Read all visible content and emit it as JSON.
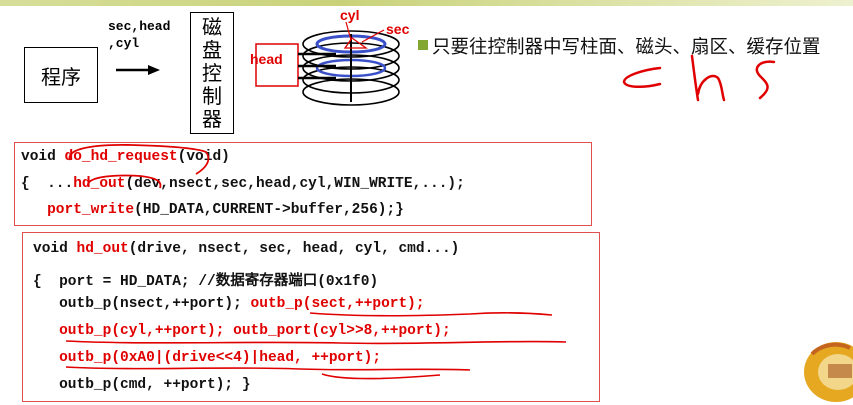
{
  "diagram": {
    "params_text_line1": "sec,head",
    "params_text_line2": ",cyl",
    "program_label": "程序",
    "controller_label": "磁\n盘\n控\n制\n器",
    "disk_labels": {
      "cyl": "cyl",
      "sec": "sec",
      "head": "head"
    }
  },
  "note": {
    "bullet_text": "只要往控制器中写柱面、磁头、扇区、缓存位置",
    "handwritten": "c h s"
  },
  "code_block1": {
    "lines": [
      [
        {
          "t": "void ",
          "c": "b"
        },
        {
          "t": "do_hd_request",
          "c": "r"
        },
        {
          "t": "(void)",
          "c": "b"
        }
      ],
      [
        {
          "t": "{  ...",
          "c": "b"
        },
        {
          "t": "hd_out",
          "c": "r"
        },
        {
          "t": "(dev,nsect,sec,head,cyl,WIN_WRITE,...);",
          "c": "b"
        }
      ],
      [
        {
          "t": "   ",
          "c": "b"
        },
        {
          "t": "port_write",
          "c": "r"
        },
        {
          "t": "(HD_DATA,CURRENT->buffer,256);}",
          "c": "b"
        }
      ]
    ]
  },
  "code_block2": {
    "lines": [
      [
        {
          "t": "void ",
          "c": "b"
        },
        {
          "t": "hd_out",
          "c": "r"
        },
        {
          "t": "(drive, nsect, sec, head, cyl, cmd...)",
          "c": "b"
        }
      ],
      [
        {
          "t": "{  port = HD_DATA; //数据寄存器端口(0x1f0)",
          "c": "b"
        }
      ],
      [
        {
          "t": "   outb_p(nsect,++port); ",
          "c": "b"
        },
        {
          "t": "outb_p(sect,++port);",
          "c": "r"
        }
      ],
      [
        {
          "t": "   ",
          "c": "b"
        },
        {
          "t": "outb_p(cyl,++port); outb_port(cyl>>8,++port);",
          "c": "r"
        }
      ],
      [
        {
          "t": "   ",
          "c": "b"
        },
        {
          "t": "outb_p(0xA0|(drive<<4)|head, ++port);",
          "c": "r"
        }
      ],
      [
        {
          "t": "   outb_p(cmd, ++port); }",
          "c": "b"
        }
      ]
    ]
  },
  "colors": {
    "accent": "#e00000",
    "border": "#e05050",
    "disk_blue": "#3a50c8"
  }
}
